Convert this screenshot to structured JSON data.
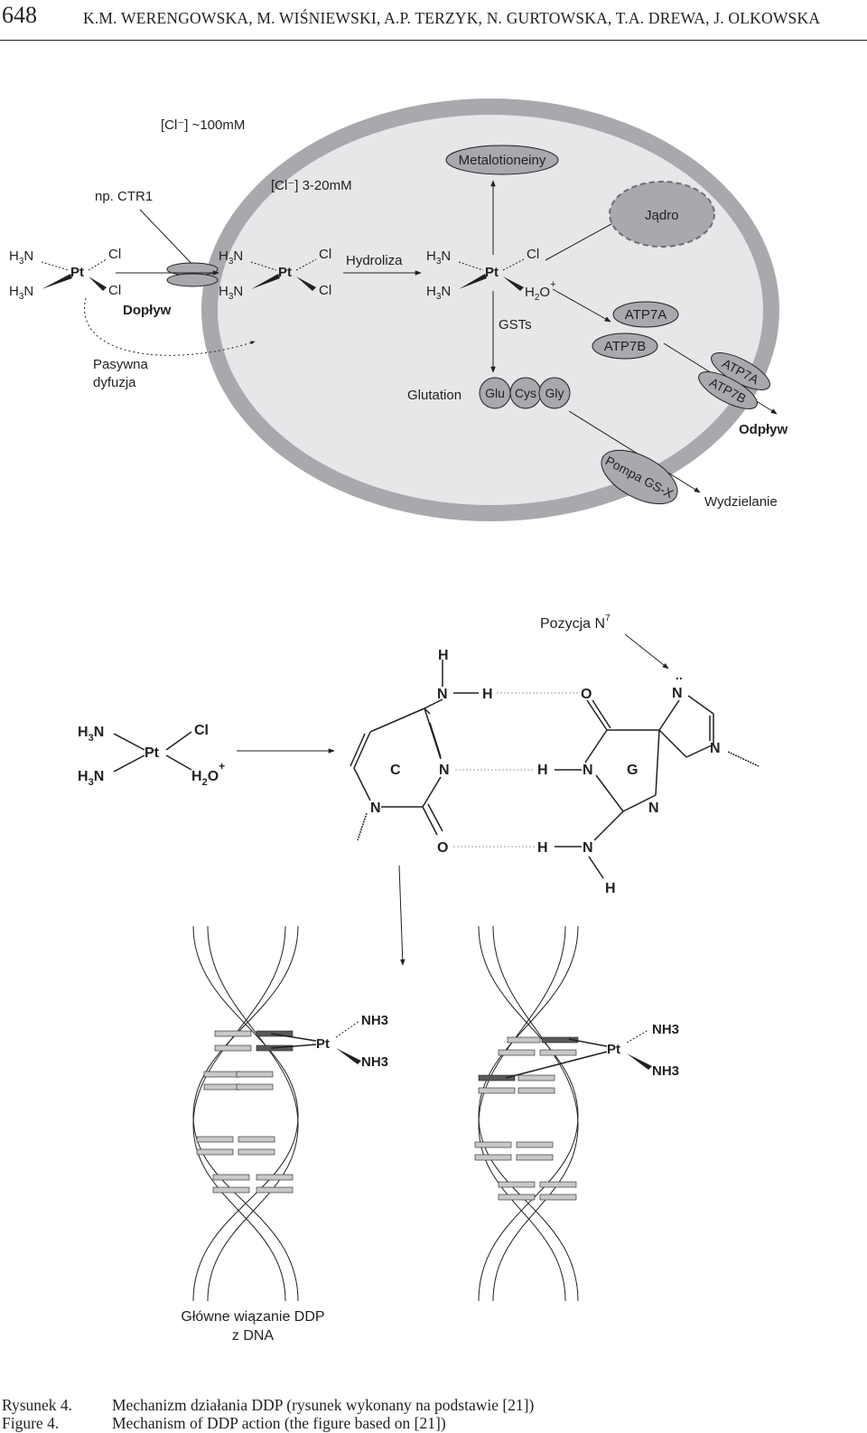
{
  "header": {
    "page_number": "648",
    "authors": "K.M. WERENGOWSKA, M. WIŚNIEWSKI, A.P. TERZYK, N. GURTOWSKA, T.A. DREWA, J. OLKOWSKA"
  },
  "cell_diagram": {
    "cl_outside": "[Cl⁻] ~100mM",
    "cl_inside": "[Cl⁻] 3-20mM",
    "transporter": "np. CTR1",
    "influx": "Dopływ",
    "passive_diffusion_1": "Pasywna",
    "passive_diffusion_2": "dyfuzja",
    "hydrolysis": "Hydroliza",
    "metallothionein": "Metalotioneiny",
    "nucleus": "Jądro",
    "gsts": "GSTs",
    "glutathione": "Glutation",
    "glu": "Glu",
    "cys": "Cys",
    "gly": "Gly",
    "atp7a": "ATP7A",
    "atp7b": "ATP7B",
    "atp7a_membrane": "ATP7A",
    "atp7b_membrane": "ATP7B",
    "efflux": "Odpływ",
    "pump": "Pompa GS-X",
    "secretion": "Wydzielanie",
    "h3n": "H3N",
    "cl": "Cl",
    "pt": "Pt",
    "h2o_plus": "H2O+"
  },
  "dna_diagram": {
    "position_n7": "Pozycja N",
    "position_n7_sup": "7",
    "cytosine": "C",
    "guanine": "G",
    "nh3": "NH3",
    "main_binding_1": "Główne wiązanie DDP",
    "main_binding_2": "z DNA"
  },
  "caption": {
    "pl_label": "Rysunek 4.",
    "pl_text": "Mechanizm działania DDP (rysunek wykonany na podstawie [21])",
    "en_label": "Figure 4.",
    "en_text": "Mechanism of DDP action (the figure based on [21])"
  }
}
